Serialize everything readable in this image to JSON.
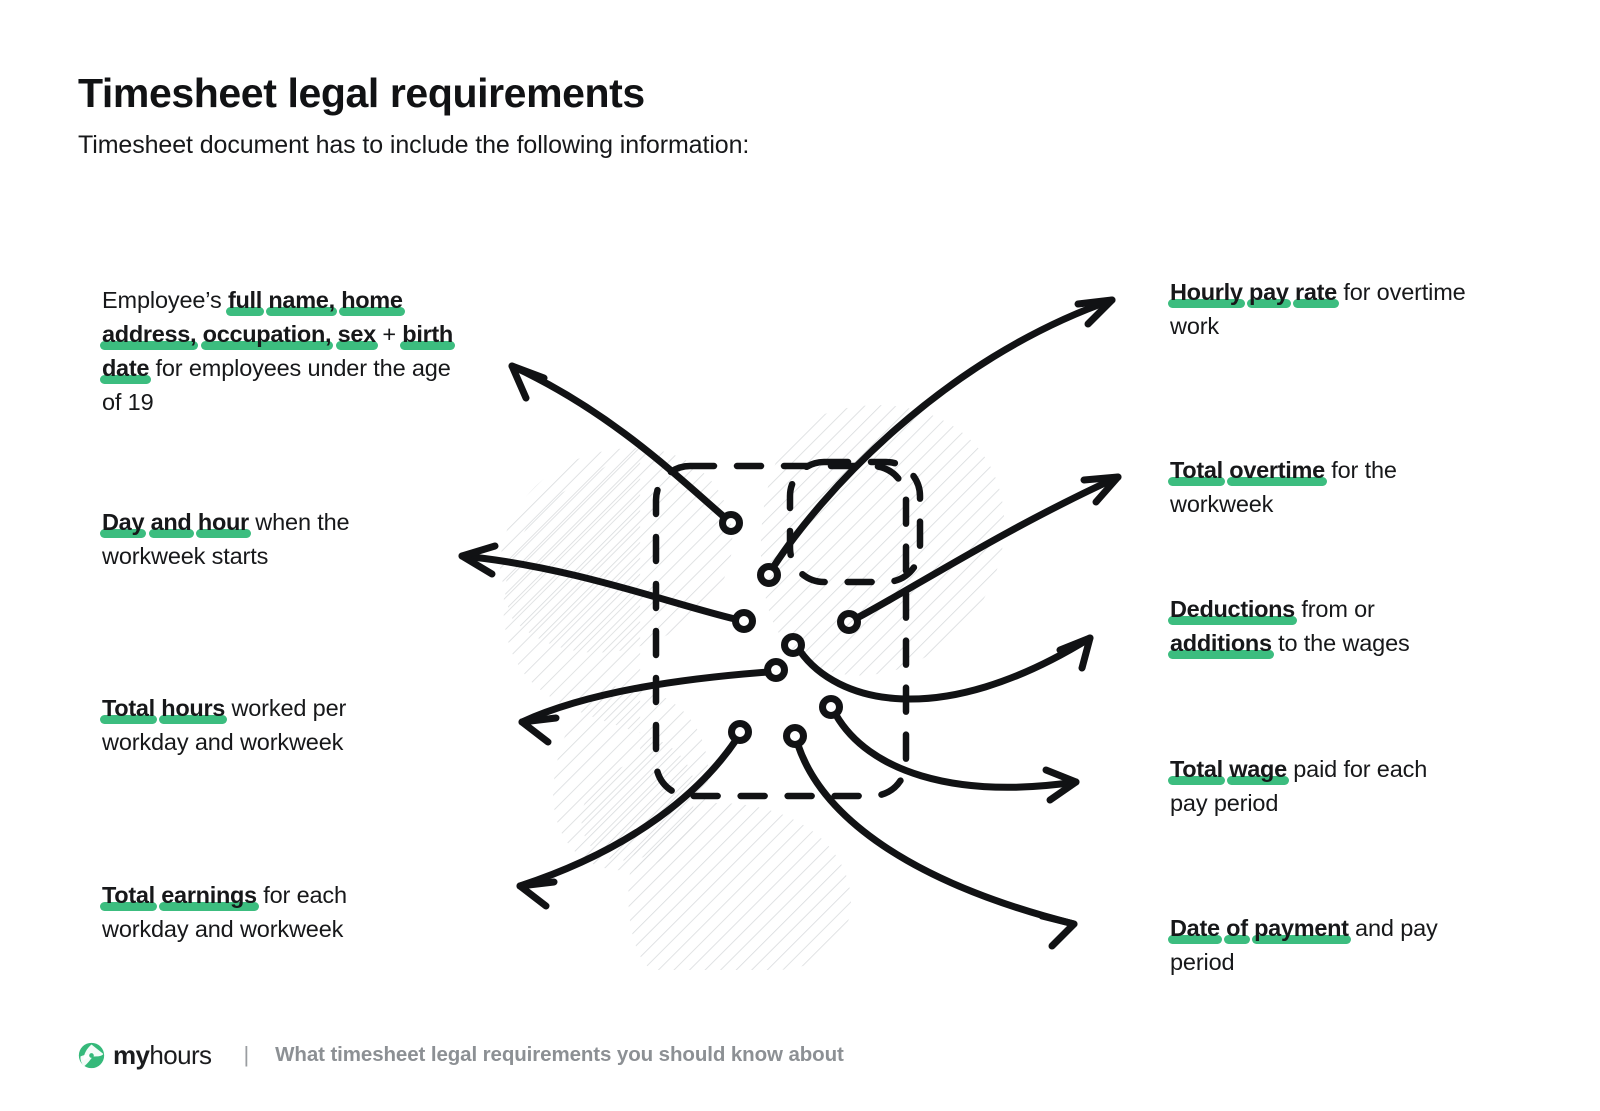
{
  "header": {
    "title": "Timesheet legal requirements",
    "subtitle": "Timesheet document has to include the following information:"
  },
  "left_items": [
    {
      "id": "employee-identity",
      "parts": [
        {
          "t": "Employee’s ",
          "hl": false
        },
        {
          "t": "full name, home address, occupation, sex",
          "hl": true
        },
        {
          "t": " + ",
          "hl": false
        },
        {
          "t": "birth date",
          "hl": true
        },
        {
          "t": " for employees under the age of 19",
          "hl": false
        }
      ]
    },
    {
      "id": "workweek-start",
      "parts": [
        {
          "t": "Day and hour",
          "hl": true
        },
        {
          "t": " when the workweek starts",
          "hl": false
        }
      ]
    },
    {
      "id": "total-hours",
      "parts": [
        {
          "t": "Total hours",
          "hl": true
        },
        {
          "t": " worked per workday and workweek",
          "hl": false
        }
      ]
    },
    {
      "id": "total-earnings",
      "parts": [
        {
          "t": "Total earnings",
          "hl": true
        },
        {
          "t": " for each workday and workweek",
          "hl": false
        }
      ]
    }
  ],
  "right_items": [
    {
      "id": "hourly-pay-rate",
      "parts": [
        {
          "t": "Hourly pay rate",
          "hl": true
        },
        {
          "t": " for overtime work",
          "hl": false
        }
      ]
    },
    {
      "id": "total-overtime",
      "parts": [
        {
          "t": "Total overtime",
          "hl": true
        },
        {
          "t": " for the workweek",
          "hl": false
        }
      ]
    },
    {
      "id": "deductions-additions",
      "parts": [
        {
          "t": "Deductions",
          "hl": true
        },
        {
          "t": " from or ",
          "hl": false
        },
        {
          "t": "additions",
          "hl": true
        },
        {
          "t": " to the wages",
          "hl": false
        }
      ]
    },
    {
      "id": "total-wage",
      "parts": [
        {
          "t": "Total wage",
          "hl": true
        },
        {
          "t": " paid for each pay period",
          "hl": false
        }
      ]
    },
    {
      "id": "date-of-payment",
      "parts": [
        {
          "t": "Date of payment",
          "hl": true
        },
        {
          "t": " and pay period",
          "hl": false
        }
      ]
    }
  ],
  "footer": {
    "brand_bold": "my",
    "brand_light": "hours",
    "separator": "|",
    "caption": "What timesheet legal requirements you should know about"
  },
  "colors": {
    "highlight_green": "#3cbd7f",
    "logo_green": "#35b97a",
    "ink": "#17181a",
    "footer_gray": "#8c9094",
    "hatch_gray": "#d9dbdd"
  }
}
